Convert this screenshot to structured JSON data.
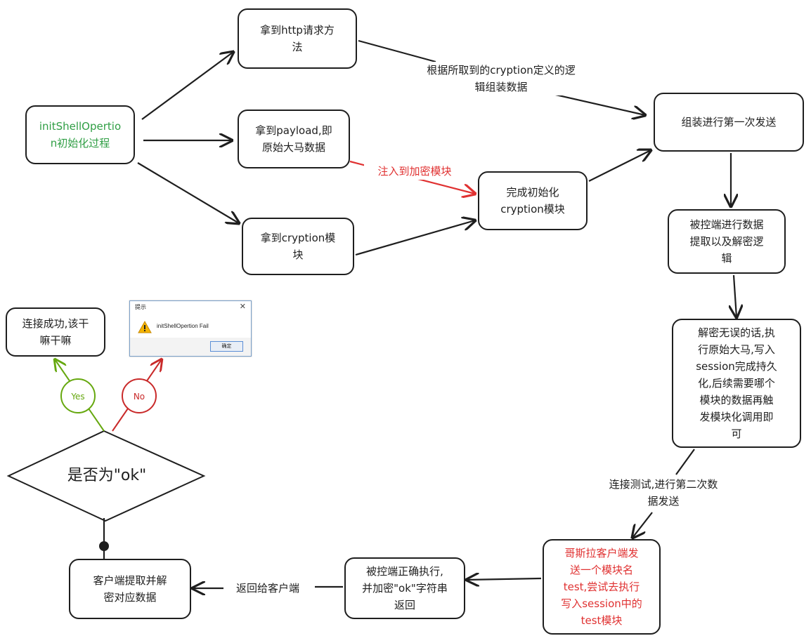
{
  "nodes": {
    "init": "initShellOpertio\nn初始化过程",
    "http": "拿到http请求方\n法",
    "payload": "拿到payload,即\n原始大马数据",
    "cryption": "拿到cryption模\n块",
    "complete": "完成初始化\ncryption模块",
    "assemble": "组装进行第一次发送",
    "extract": "被控端进行数据\n提取以及解密逻\n辑",
    "decrypt": "解密无误的话,执\n行原始大马,写入\nsession完成持久\n化,后续需要哪个\n模块的数据再触\n发模块化调用即\n可",
    "godzilla": "哥斯拉客户端发\n送一个模块名\ntest,尝试去执行\n写入session中的\ntest模块",
    "execute": "被控端正确执行,\n并加密\"ok\"字符串\n返回",
    "client_extract": "客户端提取并解\n密对应数据",
    "decision": "是否为\"ok\"",
    "success": "连接成功,该干\n嘛干嘛"
  },
  "labels": {
    "cryption_logic": "根据所取到的cryption定义的逻\n辑组装数据",
    "inject": "注入到加密模块",
    "test_send": "连接测试,进行第二次数\n据发送",
    "return_client": "返回给客户端",
    "yes": "Yes",
    "no": "No"
  },
  "dialog": {
    "title": "提示",
    "message": "initShellOpertion Fail",
    "ok_button": "确定",
    "close": "✕"
  },
  "colors": {
    "green": "#2f9e44",
    "red": "#e03131",
    "yes_green": "#66a80f",
    "no_red": "#c92a2a",
    "stroke": "#1e1e1e"
  }
}
